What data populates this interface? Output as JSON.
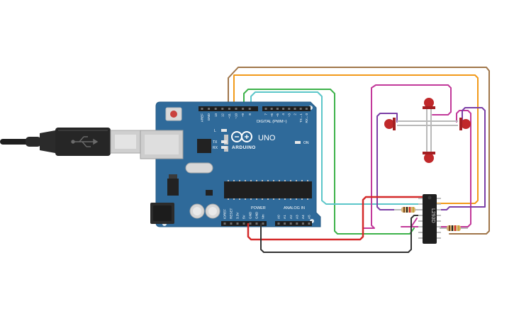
{
  "canvas": {
    "background": "#ffffff"
  },
  "board": {
    "name": "Arduino UNO",
    "logo_text": "ARDUINO",
    "model_text": "UNO",
    "color": "#2f6a9a",
    "led_labels": {
      "l": "L",
      "tx": "TX",
      "rx": "RX",
      "on": "ON"
    },
    "digital_header": {
      "title": "DIGITAL (PWM~)",
      "pins": [
        "AREF",
        "GND",
        "13",
        "12",
        "~11",
        "~10",
        "~9",
        "8",
        "7",
        "~6",
        "~5",
        "4",
        "~3",
        "2",
        "TX→1",
        "RX←0"
      ]
    },
    "power_header": {
      "title": "POWER",
      "pins": [
        "IOREF",
        "RESET",
        "3.3V",
        "5V",
        "GND",
        "GND",
        "Vin"
      ]
    },
    "analog_header": {
      "title": "ANALOG IN",
      "pins": [
        "A0",
        "A1",
        "A2",
        "A3",
        "A4",
        "A5"
      ]
    }
  },
  "driver_chip": {
    "label": "L293D"
  },
  "usb_cable": {
    "icon": "usb-icon"
  },
  "leds": {
    "color": "#c0282a",
    "count": 4
  },
  "wire_colors": {
    "brown": "#a0764a",
    "orange": "#f29a1a",
    "green": "#3db24a",
    "cyan": "#5cc6c9",
    "magenta": "#c2399a",
    "purple": "#7b3fa6",
    "red": "#d42a2a",
    "black": "#333333",
    "led_lead": "#b9b9b9"
  }
}
